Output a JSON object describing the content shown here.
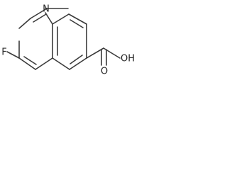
{
  "molecule": {
    "atoms": {
      "nitrogen": "N",
      "fluorine": "F",
      "carbonyl_oxygen": "O",
      "hydroxyl": "OH"
    }
  },
  "colors": {
    "bond": "#3a3a3a",
    "label": "#2a2a2a",
    "background": "#ffffff"
  }
}
